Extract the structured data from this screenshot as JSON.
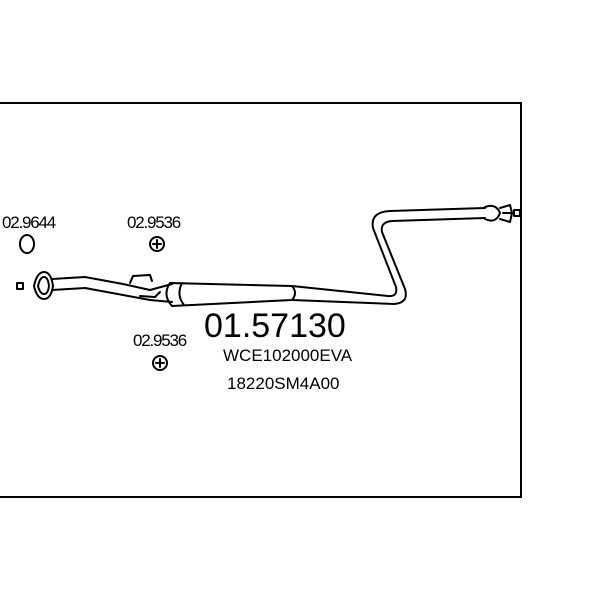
{
  "parts": {
    "gasket_1": "02.9644",
    "clamp_upper": "02.9536",
    "clamp_lower": "02.9536"
  },
  "product": {
    "article_number": "01.57130",
    "ref_1": "WCE102000EVA",
    "ref_2": "18220SM4A00"
  },
  "colors": {
    "line": "#000000",
    "background": "#ffffff"
  }
}
